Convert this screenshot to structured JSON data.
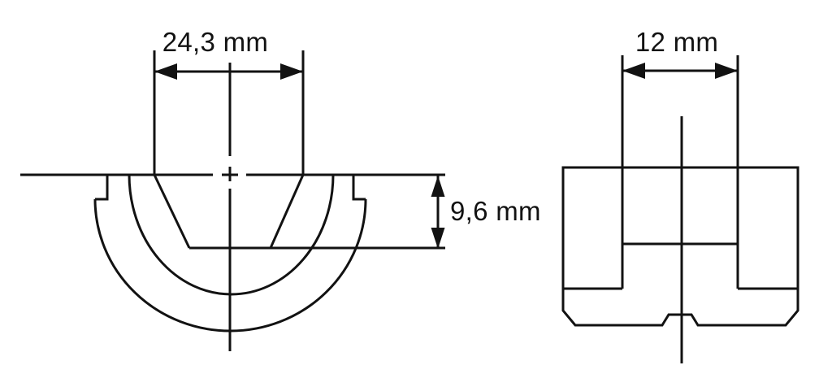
{
  "drawing": {
    "background_color": "#ffffff",
    "line_color": "#121212",
    "section_view": {
      "width_dimension": {
        "label": "24,3 mm",
        "value": "24,3",
        "unit": "mm"
      },
      "depth_dimension": {
        "label": "9,6 mm",
        "value": "9,6",
        "unit": "mm"
      }
    },
    "front_view": {
      "slot_dimension": {
        "label": "12 mm",
        "value": "12",
        "unit": "mm"
      }
    }
  }
}
